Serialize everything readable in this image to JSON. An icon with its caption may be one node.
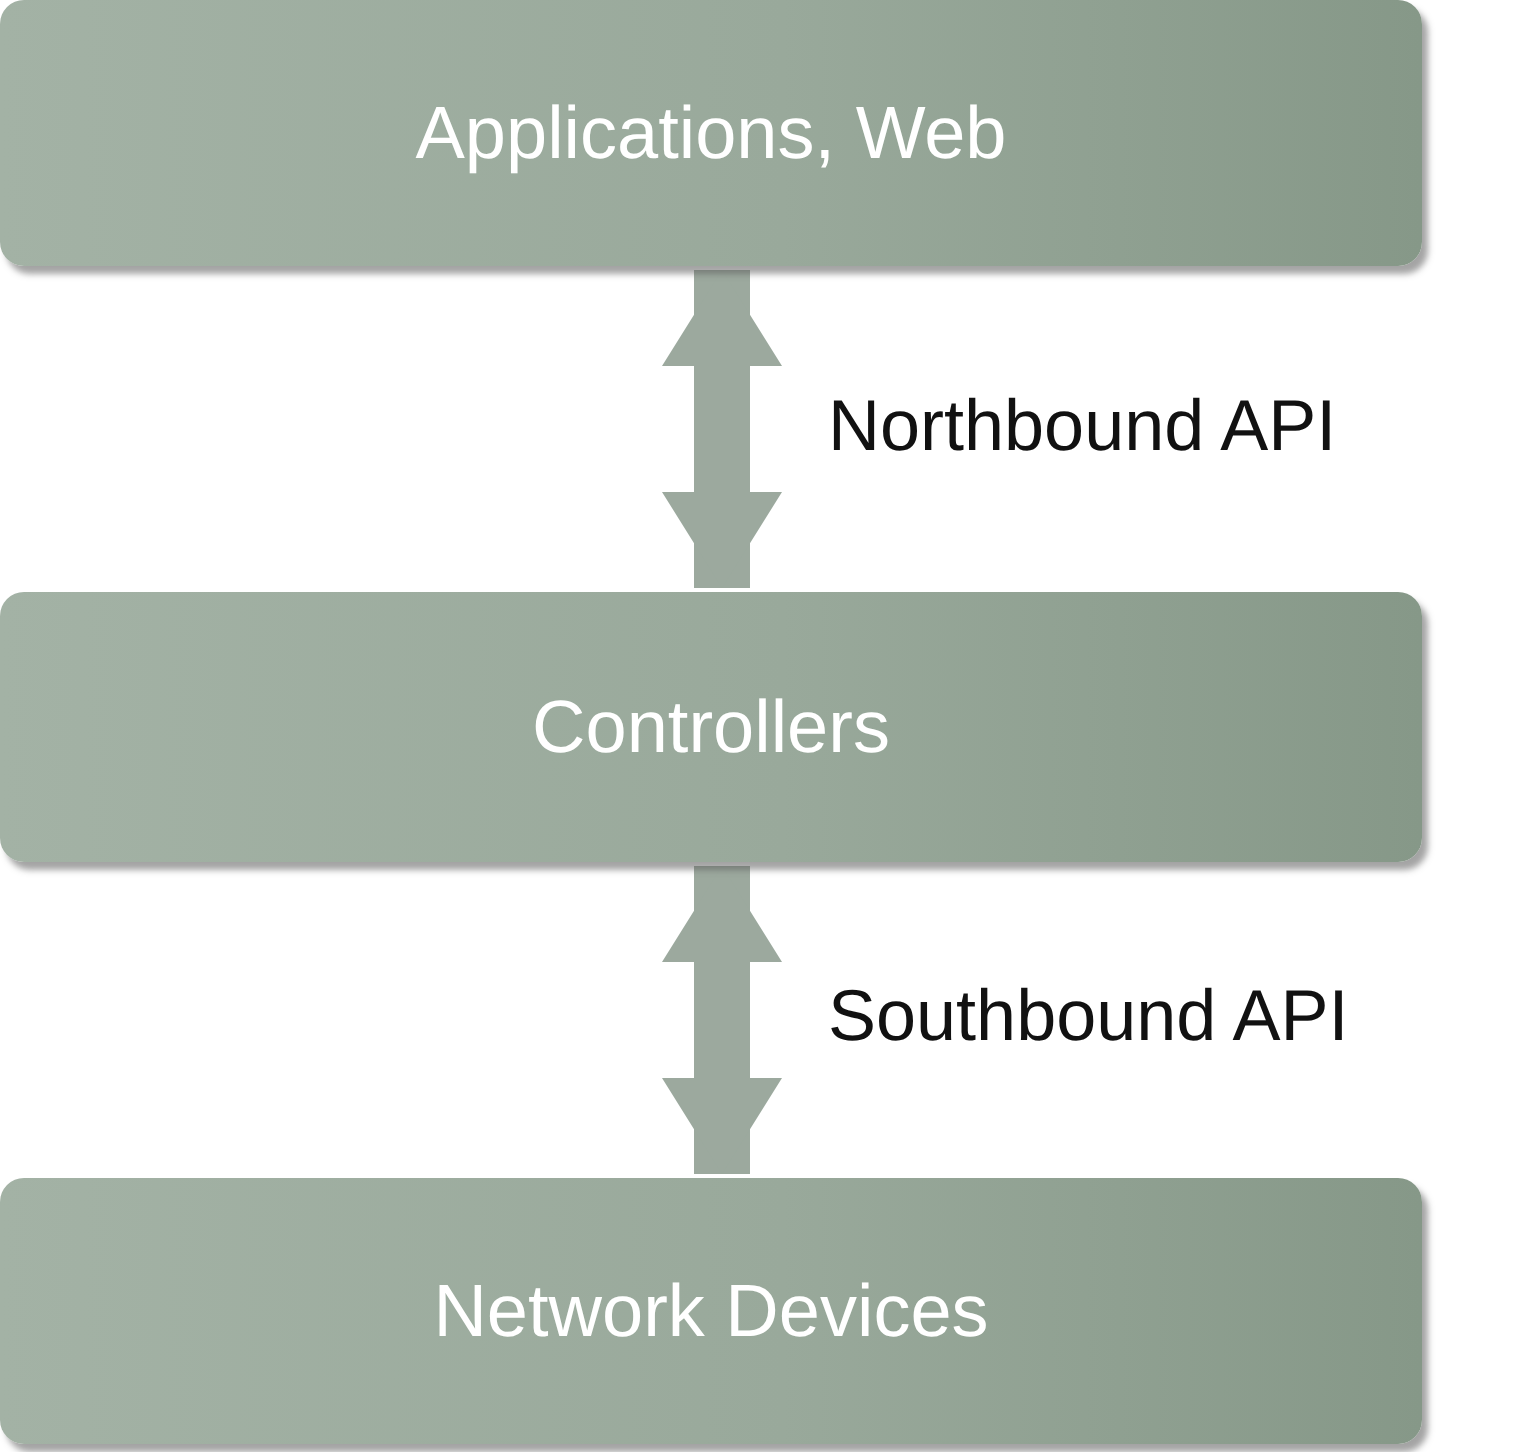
{
  "diagram": {
    "nodes": [
      {
        "text": [
          "Applications, Web"
        ]
      },
      {
        "text": [
          "Controllers"
        ]
      },
      {
        "text": [
          "Network Devices"
        ]
      }
    ],
    "edges": [
      {
        "from": 0,
        "to": 1,
        "arrow": "both",
        "label": "Northbound API"
      },
      {
        "from": 1,
        "to": 2,
        "arrow": "both",
        "label": "Southbound API"
      }
    ]
  }
}
